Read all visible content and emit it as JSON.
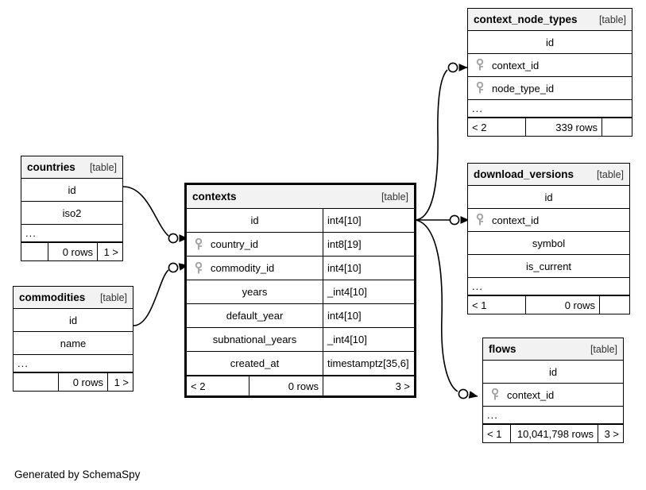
{
  "diagram": {
    "title": "contexts",
    "caption": "Generated by SchemaSpy",
    "table_tag": "[table]",
    "ellipsis": "...",
    "key_icon": "key-icon",
    "relation_marker": "crowsfoot-arrow"
  },
  "tables": {
    "contexts": {
      "name": "contexts",
      "tag": "[table]",
      "columns": [
        {
          "name": "id",
          "type": "int4[10]",
          "key": false
        },
        {
          "name": "country_id",
          "type": "int8[19]",
          "key": true
        },
        {
          "name": "commodity_id",
          "type": "int4[10]",
          "key": true
        },
        {
          "name": "years",
          "type": "_int4[10]",
          "key": false
        },
        {
          "name": "default_year",
          "type": "int4[10]",
          "key": false
        },
        {
          "name": "subnational_years",
          "type": "_int4[10]",
          "key": false
        },
        {
          "name": "created_at",
          "type": "timestamptz[35,6]",
          "key": false
        }
      ],
      "more": "...",
      "footer": {
        "left": "< 2",
        "middle": "0 rows",
        "right": "3 >"
      }
    },
    "countries": {
      "name": "countries",
      "tag": "[table]",
      "columns": [
        {
          "name": "id",
          "key": false
        },
        {
          "name": "iso2",
          "key": false
        }
      ],
      "more": "...",
      "footer": {
        "left": "",
        "middle": "0 rows",
        "right": "1 >"
      }
    },
    "commodities": {
      "name": "commodities",
      "tag": "[table]",
      "columns": [
        {
          "name": "id",
          "key": false
        },
        {
          "name": "name",
          "key": false
        }
      ],
      "more": "...",
      "footer": {
        "left": "",
        "middle": "0 rows",
        "right": "1 >"
      }
    },
    "context_node_types": {
      "name": "context_node_types",
      "tag": "[table]",
      "columns": [
        {
          "name": "id",
          "key": false
        },
        {
          "name": "context_id",
          "key": true
        },
        {
          "name": "node_type_id",
          "key": true
        }
      ],
      "more": "...",
      "footer": {
        "left": "< 2",
        "middle": "339 rows",
        "right": ""
      }
    },
    "download_versions": {
      "name": "download_versions",
      "tag": "[table]",
      "columns": [
        {
          "name": "id",
          "key": false
        },
        {
          "name": "context_id",
          "key": true
        },
        {
          "name": "symbol",
          "key": false
        },
        {
          "name": "is_current",
          "key": false
        }
      ],
      "more": "...",
      "footer": {
        "left": "< 1",
        "middle": "0 rows",
        "right": ""
      }
    },
    "flows": {
      "name": "flows",
      "tag": "[table]",
      "columns": [
        {
          "name": "id",
          "key": false
        },
        {
          "name": "context_id",
          "key": true
        }
      ],
      "more": "...",
      "footer": {
        "left": "< 1",
        "middle": "10,041,798 rows",
        "right": "3 >"
      }
    }
  },
  "relationships": [
    {
      "from": "countries.id",
      "to": "contexts.country_id"
    },
    {
      "from": "commodities.id",
      "to": "contexts.commodity_id"
    },
    {
      "from": "contexts.id",
      "to": "context_node_types.context_id"
    },
    {
      "from": "contexts.id",
      "to": "download_versions.context_id"
    },
    {
      "from": "contexts.id",
      "to": "flows.context_id"
    }
  ],
  "colors": {
    "header_bg": "#f2f2f2",
    "border": "#000000",
    "key_icon": "#a6a6a6",
    "background": "#ffffff"
  }
}
